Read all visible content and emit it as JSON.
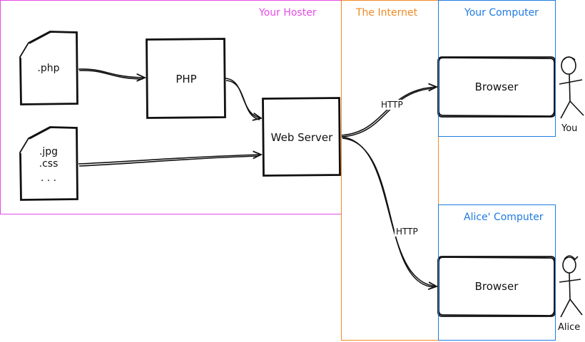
{
  "zones": {
    "hoster": {
      "label": "Your Hoster",
      "color": "#e64ce6"
    },
    "internet": {
      "label": "The Internet",
      "color": "#f08a24"
    },
    "your_computer": {
      "label": "Your Computer",
      "color": "#1e7ae0"
    },
    "alice_computer": {
      "label": "Alice' Computer",
      "color": "#1e7ae0"
    }
  },
  "files": {
    "php_file": {
      "lines": [
        ".php"
      ]
    },
    "static_file": {
      "lines": [
        ".jpg",
        ".css",
        ". . ."
      ]
    }
  },
  "nodes": {
    "php": "PHP",
    "web_server": "Web Server",
    "browser_you": "Browser",
    "browser_alice": "Browser"
  },
  "edges": {
    "http_you": "HTTP",
    "http_alice": "HTTP"
  },
  "people": {
    "you": "You",
    "alice": "Alice"
  },
  "colors": {
    "stroke": "#111111"
  }
}
